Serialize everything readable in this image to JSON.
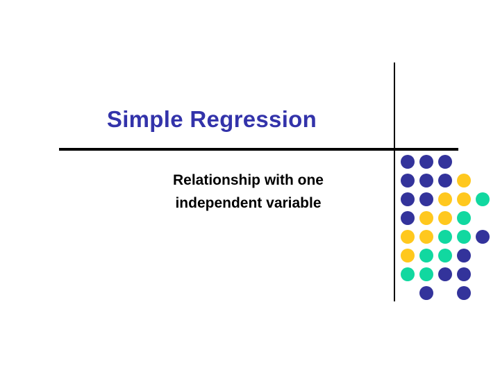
{
  "slide": {
    "title": "Simple Regression",
    "subtitle_lines": [
      "Relationship with one",
      "independent variable"
    ],
    "colors": {
      "title": "#3333AA",
      "subtitle": "#000000",
      "rule": "#000000",
      "dot_blue": "#33339B",
      "dot_yellow": "#FFC81E",
      "dot_teal": "#11D8A0",
      "background": "#FFFFFF"
    },
    "decoration": {
      "vertical_rule": true,
      "horizontal_rule": true,
      "dot_grid": {
        "columns": 5,
        "rows": 8,
        "dot_diameter": 20,
        "col_step": 27,
        "row_step": 27,
        "cells": [
          [
            "blue",
            "blue",
            "blue",
            null,
            null
          ],
          [
            "blue",
            "blue",
            "blue",
            "yellow",
            null
          ],
          [
            "blue",
            "blue",
            "yellow",
            "yellow",
            "teal"
          ],
          [
            "blue",
            "yellow",
            "yellow",
            "teal",
            null
          ],
          [
            "yellow",
            "yellow",
            "teal",
            "teal",
            "blue"
          ],
          [
            "yellow",
            "teal",
            "teal",
            "blue",
            null
          ],
          [
            "teal",
            "teal",
            "blue",
            "blue",
            null
          ],
          [
            null,
            "blue",
            null,
            "blue",
            null
          ]
        ]
      }
    }
  }
}
